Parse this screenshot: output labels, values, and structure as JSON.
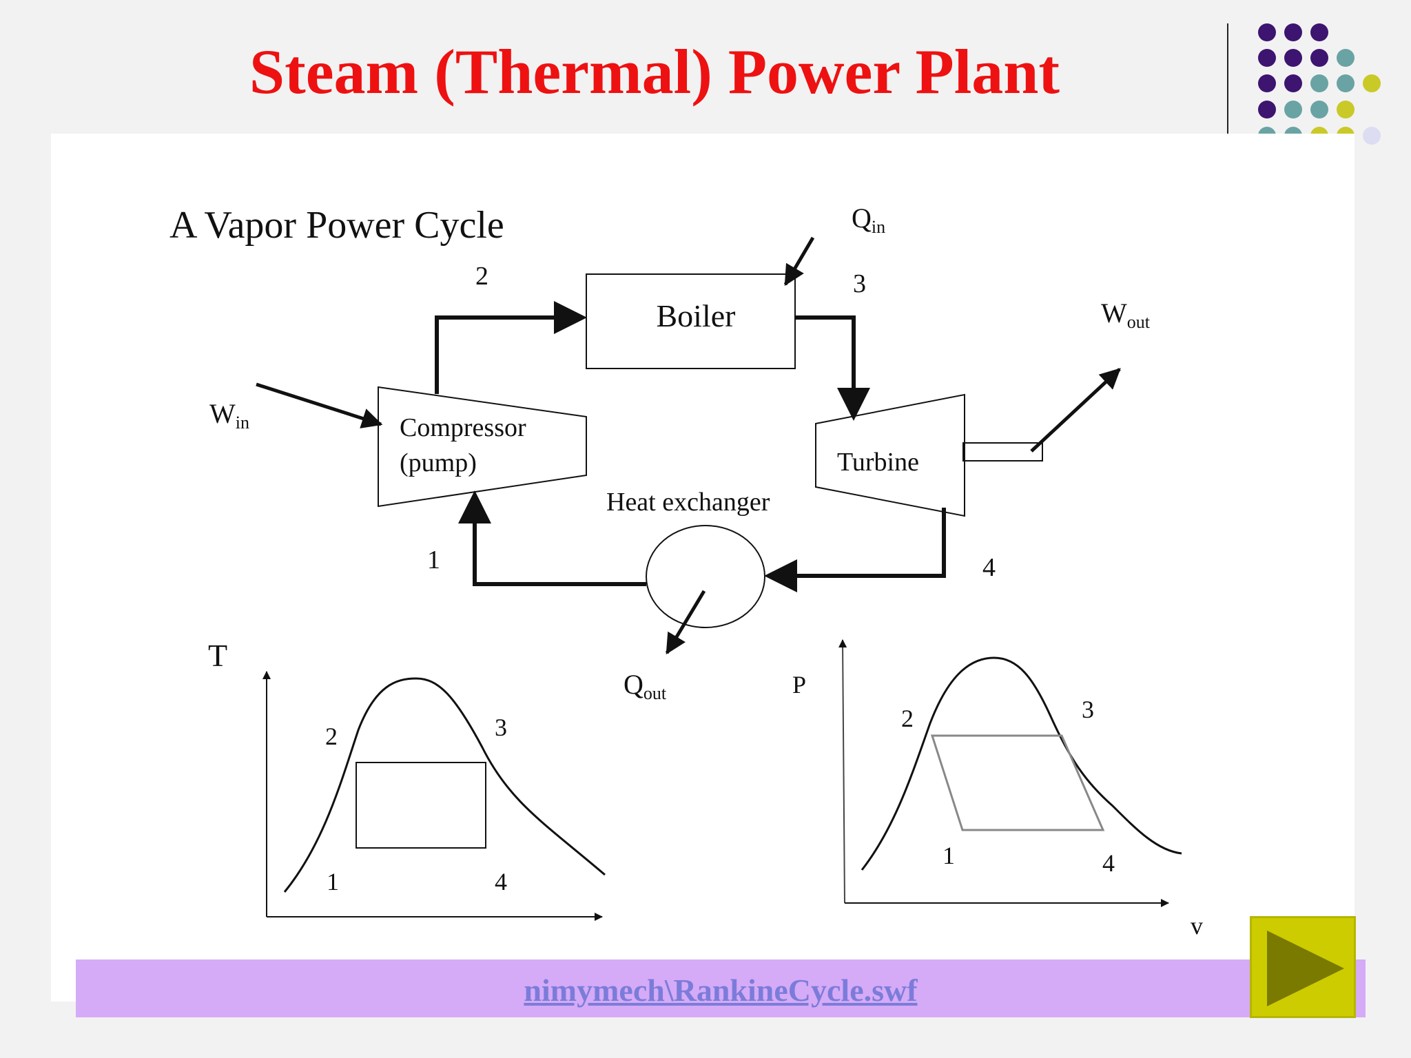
{
  "slide": {
    "title": "Steam (Thermal) Power Plant",
    "link_text": "nimymech\\RankineCycle.swf"
  },
  "colors": {
    "title": "#ee1111",
    "dot_purple": "#3d1470",
    "dot_teal": "#6aa3a3",
    "dot_yellow": "#c9c928",
    "dot_lavender": "#dcdcf2",
    "link_bar": "#d5aaf7",
    "link_text": "#7b7cd9",
    "play_button": "#cccc00"
  },
  "icons": {
    "decor": "dot-grid",
    "play": "play-triangle-icon"
  },
  "diagram": {
    "heading": "A Vapor Power Cycle",
    "components": {
      "boiler": "Boiler",
      "compressor_line1": "Compressor",
      "compressor_line2": "(pump)",
      "turbine": "Turbine",
      "heat_exchanger": "Heat exchanger"
    },
    "flows": {
      "q_in": {
        "base": "Q",
        "sub": "in"
      },
      "q_out": {
        "base": "Q",
        "sub": "out"
      },
      "w_in": {
        "base": "W",
        "sub": "in"
      },
      "w_out": {
        "base": "W",
        "sub": "out"
      }
    },
    "state_labels": {
      "s1": "1",
      "s2": "2",
      "s3": "3",
      "s4": "4"
    },
    "ts_plot": {
      "ylabel": "T",
      "p1": "1",
      "p2": "2",
      "p3": "3",
      "p4": "4"
    },
    "pv_plot": {
      "ylabel": "P",
      "xlabel": "v",
      "p1": "1",
      "p2": "2",
      "p3": "3",
      "p4": "4"
    }
  }
}
